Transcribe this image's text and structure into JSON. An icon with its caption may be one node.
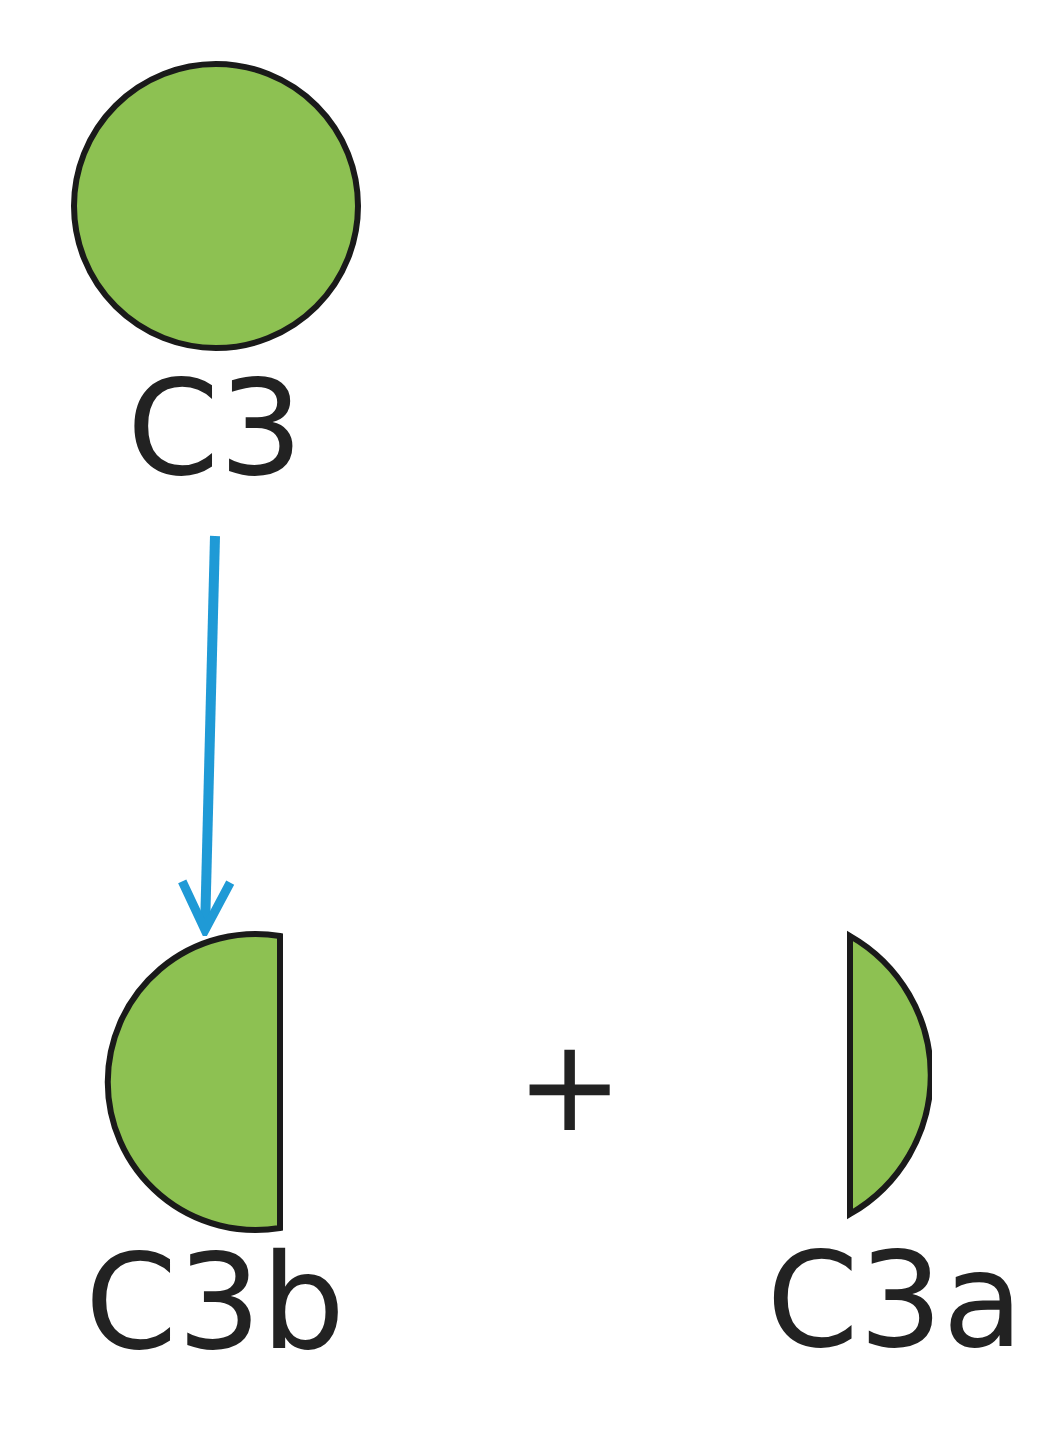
{
  "diagram": {
    "nodes": [
      {
        "text": [
          "C3"
        ]
      },
      {
        "text": [
          "C3b"
        ]
      },
      {
        "text": [
          "C3a"
        ]
      }
    ],
    "edges": [
      {
        "from": 0,
        "to": 1,
        "arrow": "to",
        "color": "#1f9ad6"
      }
    ],
    "labels": [
      "+"
    ]
  }
}
